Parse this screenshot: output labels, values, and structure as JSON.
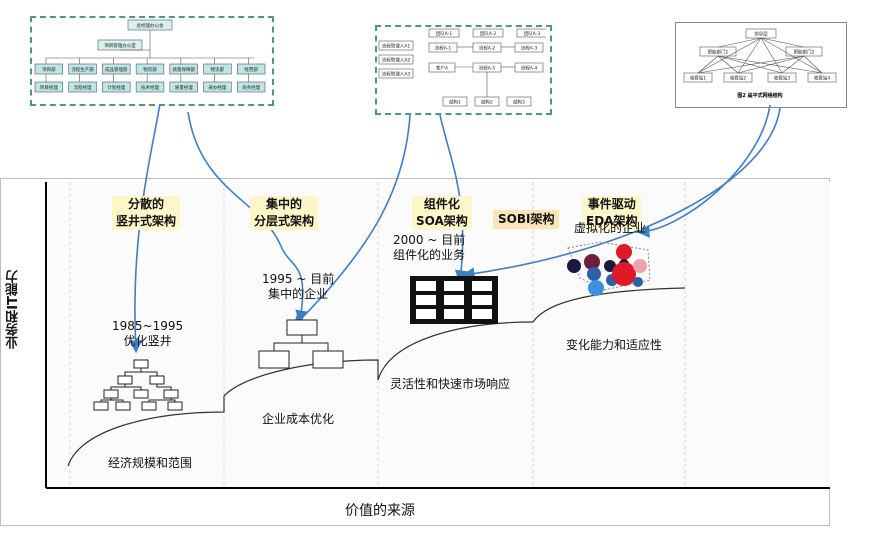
{
  "axes": {
    "y_label": "业务和IT能力",
    "x_label": "价值的来源"
  },
  "stages": [
    {
      "title_line1": "分散的",
      "title_line2": "竖井式架构",
      "era_line1": "1985~1995",
      "era_line2": "优化竖井",
      "benefit": "经济规模和范围"
    },
    {
      "title_line1": "集中的",
      "title_line2": "分层式架构",
      "era_line1": "1995 ~ 目前",
      "era_line2": "集中的企业",
      "benefit": "企业成本优化"
    },
    {
      "title_line1": "组件化",
      "title_line2": "SOA架构",
      "era_line1": "2000 ~ 目前",
      "era_line2": "组件化的业务",
      "benefit": "灵活性和快速市场响应"
    },
    {
      "title_line1": "事件驱动",
      "title_line2": "EDA架构",
      "era_line1": "虚拟化的企业",
      "era_line2": "",
      "benefit": "变化能力和适应性"
    }
  ],
  "sobi_label": "SOBI架构",
  "thumbnails": {
    "org_chart": {
      "root": "总经理办公会",
      "level2": "项目管理办公室",
      "depts": [
        "项目部",
        "流程生产部",
        "成品管理部",
        "物资部",
        "质量保障部",
        "物流部",
        "经营部"
      ],
      "managers": [
        "项目经理",
        "流程经理",
        "计划经理",
        "技术经理",
        "质量经理",
        "采办经理",
        "商务经理"
      ]
    },
    "process_chart": {
      "left": [
        "流程管理人A1",
        "流程管理人A2",
        "流程管理人A3"
      ],
      "mid": [
        "流程A-1",
        "流程A-2",
        "流程A-3",
        "流程A-4",
        "流程A-5",
        "客户A"
      ],
      "top": [
        "团队A-1",
        "团队A-2",
        "团队A-3"
      ],
      "bottom": [
        "结构1",
        "结构2",
        "结构3"
      ]
    },
    "network_chart": {
      "top": "领导层",
      "mid": [
        "职能部门1",
        "职能部门2"
      ],
      "bottom": [
        "收费站1",
        "收费站2",
        "收费站3",
        "收费站4"
      ],
      "caption": "图2  扁平式网络结构"
    }
  }
}
